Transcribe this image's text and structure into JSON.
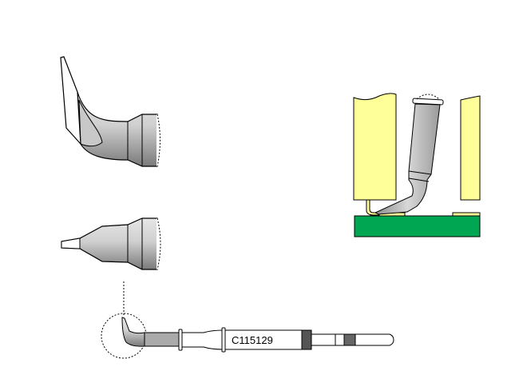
{
  "part_number": "C115129",
  "colors": {
    "tip_metal": "#b8b8b8",
    "component_body": "#ffff99",
    "pcb": "#00a651",
    "outline": "#000000",
    "dark_band": "#555555"
  },
  "views": [
    "tip-side-view",
    "tip-top-view",
    "full-cartridge-view",
    "application-view"
  ]
}
